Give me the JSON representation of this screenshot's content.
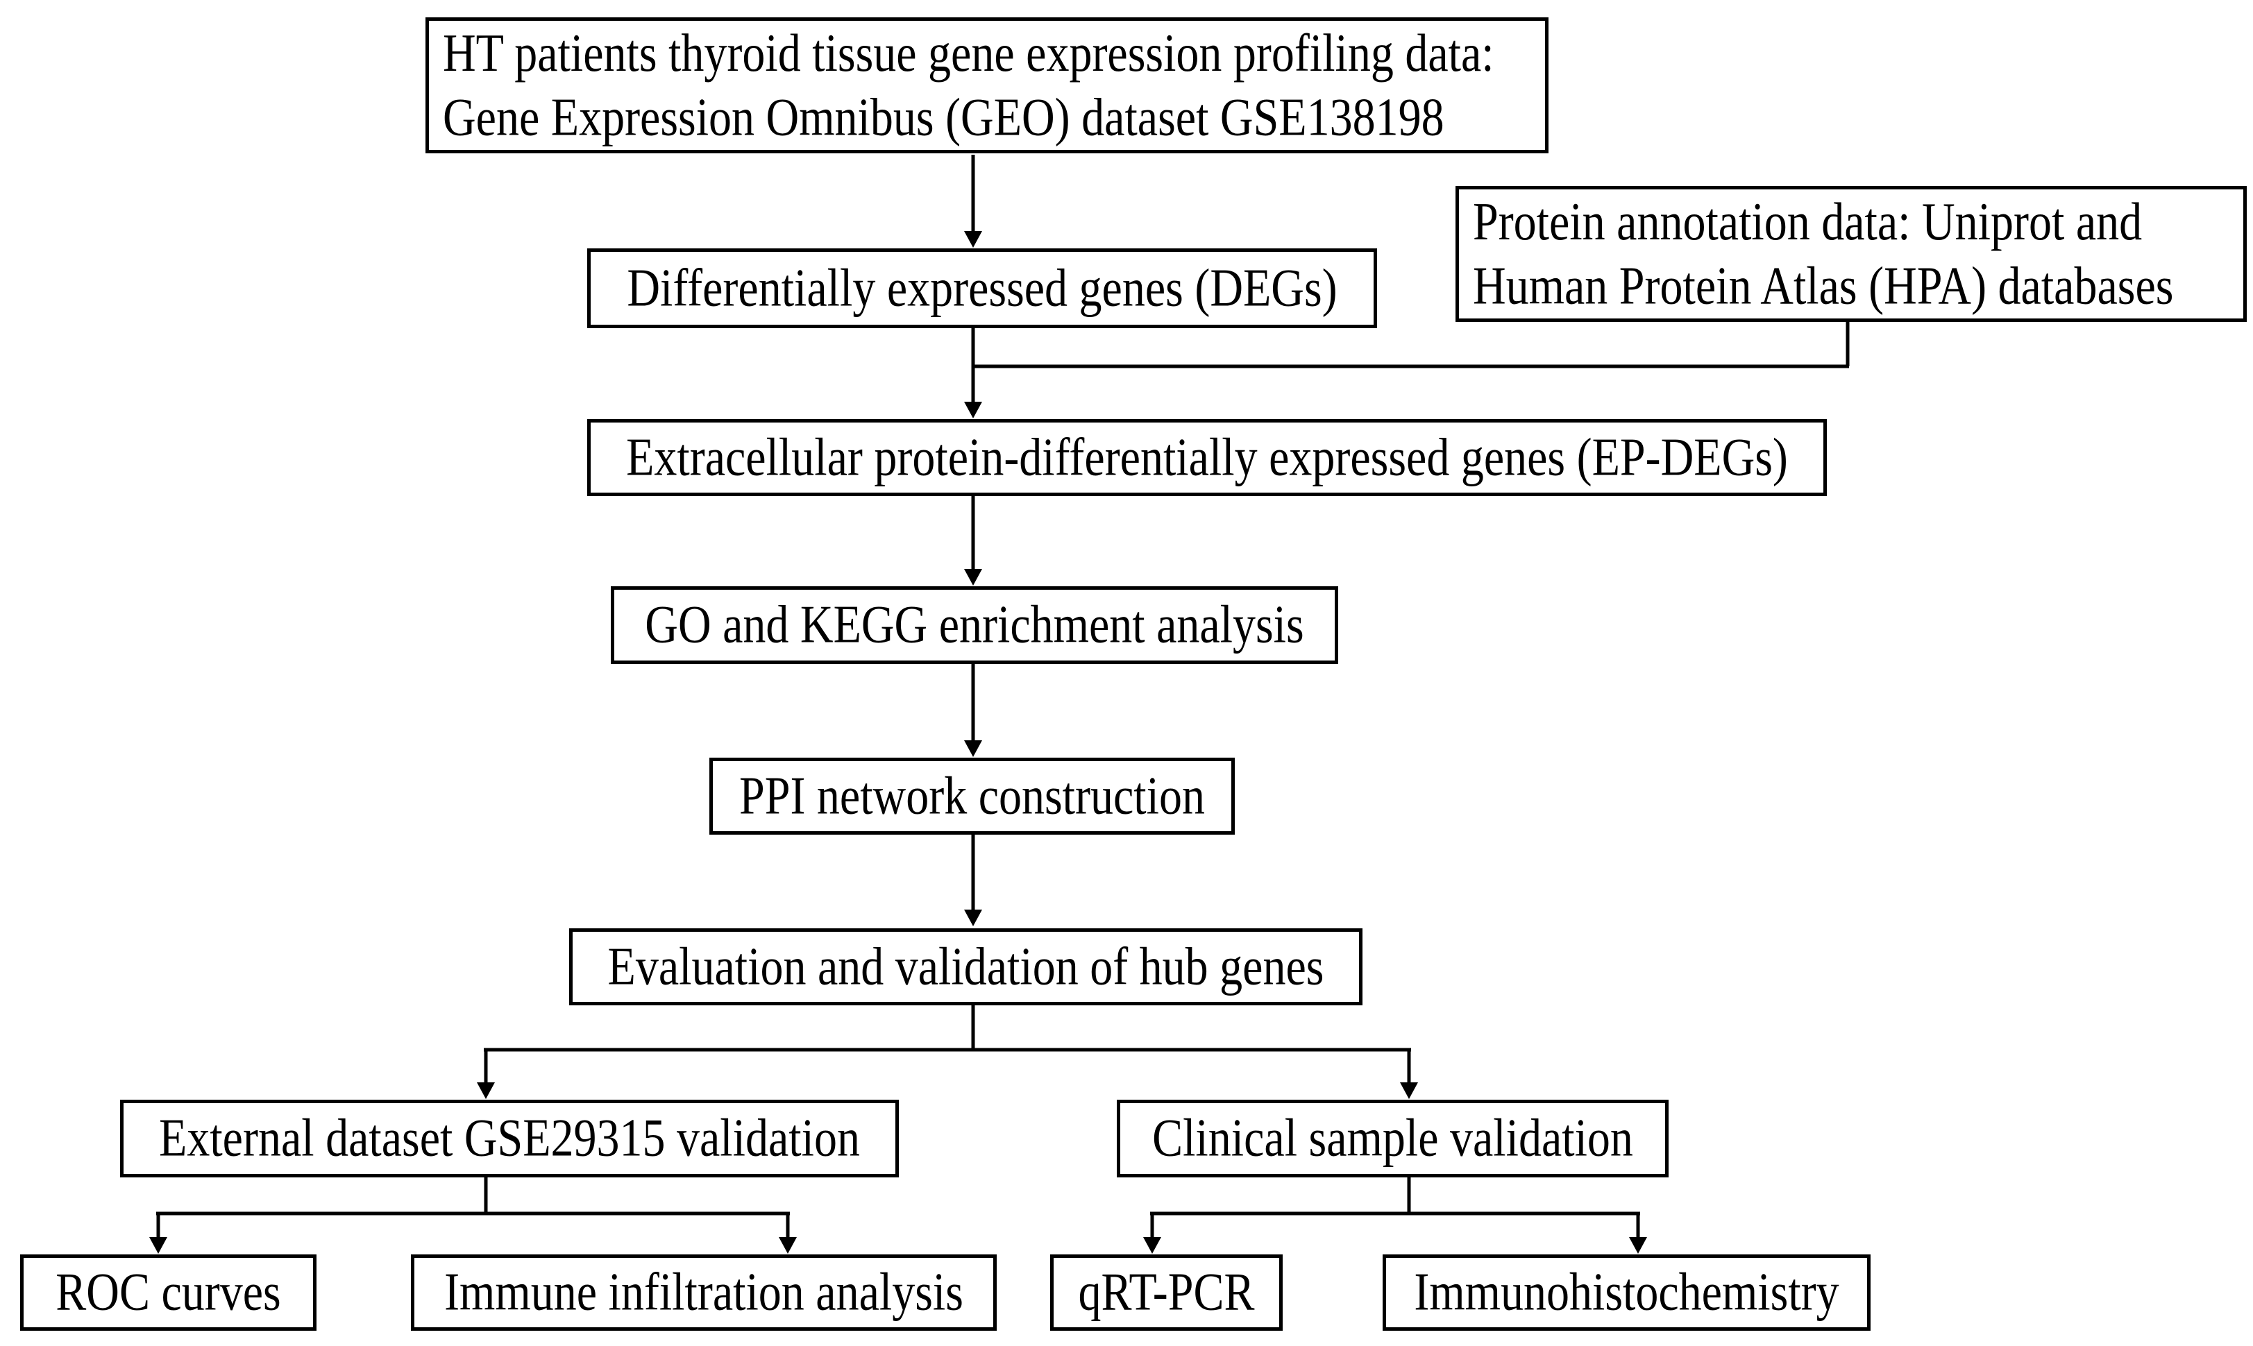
{
  "figure": {
    "type": "flowchart",
    "colors": {
      "background": "#ffffff",
      "line": "#000000",
      "text": "#000000",
      "box_fill": "#ffffff",
      "box_border": "#000000"
    },
    "boxes": {
      "source_data": {
        "line1": "HT patients thyroid tissue gene expression profiling data:",
        "line2": "Gene Expression Omnibus (GEO) dataset GSE138198"
      },
      "degs": {
        "label": "Differentially expressed genes (DEGs)"
      },
      "protein_annotation": {
        "line1": "Protein annotation data: Uniprot and",
        "line2": "Human Protein Atlas (HPA) databases"
      },
      "ep_degs": {
        "label": "Extracellular protein-differentially expressed genes (EP-DEGs)"
      },
      "go_kegg": {
        "label": "GO and KEGG enrichment analysis"
      },
      "ppi": {
        "label": "PPI network construction"
      },
      "evaluation": {
        "label": "Evaluation and validation of hub genes"
      },
      "external_validation": {
        "label": "External dataset GSE29315 validation"
      },
      "clinical_validation": {
        "label": "Clinical sample validation"
      },
      "roc": {
        "label": "ROC curves"
      },
      "immune_infiltration": {
        "label": "Immune infiltration analysis"
      },
      "qrt_pcr": {
        "label": "qRT-PCR"
      },
      "immunohistochemistry": {
        "label": "Immunohistochemistry"
      }
    },
    "edges": [
      {
        "from": "source_data",
        "to": "degs"
      },
      {
        "from": "degs",
        "to": "ep_degs"
      },
      {
        "from": "protein_annotation",
        "to": "ep_degs"
      },
      {
        "from": "ep_degs",
        "to": "go_kegg"
      },
      {
        "from": "go_kegg",
        "to": "ppi"
      },
      {
        "from": "ppi",
        "to": "evaluation"
      },
      {
        "from": "evaluation",
        "to": "external_validation"
      },
      {
        "from": "evaluation",
        "to": "clinical_validation"
      },
      {
        "from": "external_validation",
        "to": "roc"
      },
      {
        "from": "external_validation",
        "to": "immune_infiltration"
      },
      {
        "from": "clinical_validation",
        "to": "qrt_pcr"
      },
      {
        "from": "clinical_validation",
        "to": "immunohistochemistry"
      }
    ]
  }
}
